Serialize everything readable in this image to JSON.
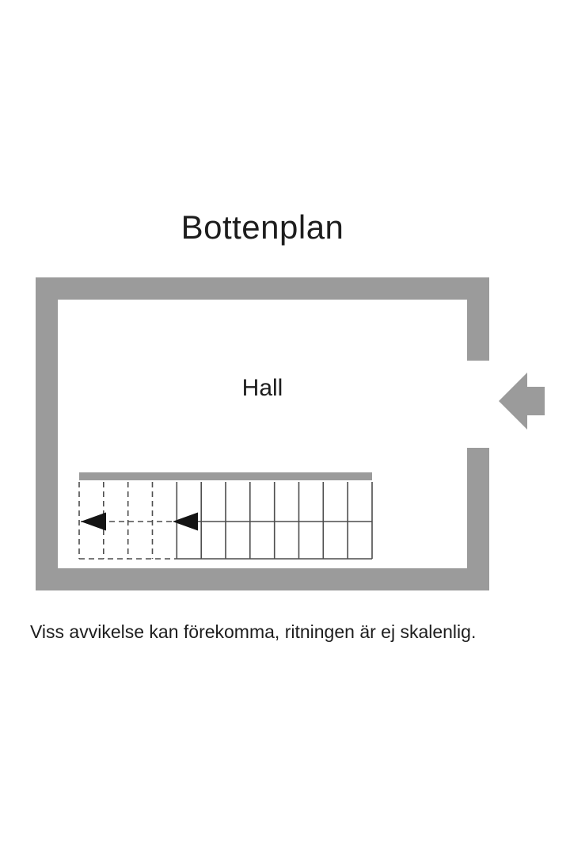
{
  "page": {
    "title": "Bottenplan",
    "disclaimer": "Viss avvikelse kan förekomma, ritningen är ej skalenlig."
  },
  "floorplan": {
    "rooms": [
      {
        "name": "Hall"
      }
    ],
    "stairs": {
      "treads": 12,
      "dashed_treads": 4,
      "direction_arrows": 2,
      "arrow_direction": "left"
    },
    "icons": {
      "entrance_arrow": "block-arrow-left-icon",
      "stair_direction_arrow": "arrowhead-left-icon"
    },
    "colors": {
      "wall": "#9b9b9b",
      "line": "#4d4d4d",
      "text": "#1d1d1d",
      "stair_arrow": "#141414"
    }
  }
}
